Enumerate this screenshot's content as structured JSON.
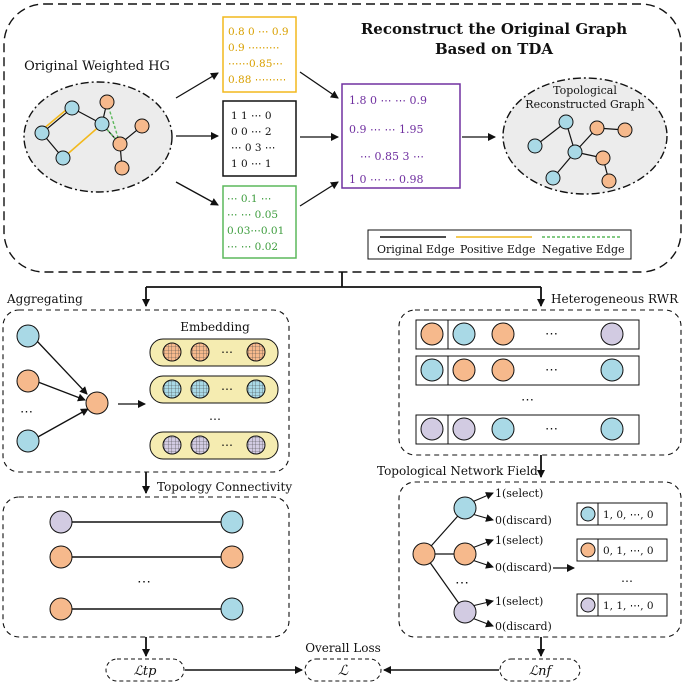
{
  "top": {
    "title_line1": "Reconstruct the Original Graph",
    "title_line2": "Based on TDA",
    "original_label": "Original Weighted HG",
    "recon_label_line1": "Topological",
    "recon_label_line2": "Reconstructed Graph"
  },
  "matrices": {
    "yellow": [
      "0.8 0 ⋯ 0.9",
      "0.9 ⋯⋯⋯",
      "⋯⋯0.85⋯",
      "0.88 ⋯⋯⋯"
    ],
    "black": [
      "1 1 ⋯ 0",
      "0 0 ⋯ 2",
      "⋯ 0 3 ⋯",
      "1 0 ⋯ 1"
    ],
    "green": [
      "⋯ 0.1 ⋯",
      "⋯ ⋯ 0.05",
      "0.03⋯0.01",
      "⋯ ⋯ 0.02"
    ],
    "purple": [
      "1.8 0 ⋯ ⋯ 0.9",
      "0.9 ⋯ ⋯ 1.95",
      "⋯ 0.85 3 ⋯",
      "1 0 ⋯ ⋯ 0.98"
    ]
  },
  "legend": {
    "original": "Original Edge",
    "positive": "Positive Edge",
    "negative": "Negative Edge"
  },
  "left": {
    "aggregating": "Aggregating",
    "embedding": "Embedding",
    "dots": "⋯",
    "topology": "Topology Connectivity"
  },
  "right": {
    "rwr": "Heterogeneous RWR",
    "field": "Topological Network Field",
    "select": "1(select)",
    "discard": "0(discard)",
    "dots": "⋯",
    "vectors": [
      "1, 0, ⋯, 0",
      "0, 1, ⋯, 0",
      "1, 1, ⋯, 0"
    ]
  },
  "loss": {
    "overall": "Overall Loss",
    "tp": "ℒtp",
    "total": "ℒ",
    "nf": "ℒnf"
  },
  "colors": {
    "blue_node": "#a9d9e6",
    "orange_node": "#f6b98c",
    "purple_node": "#d2cbe2",
    "yellow": "#f2b91d",
    "green": "#5cb85c",
    "purple": "#7030a0",
    "gray_bg": "#ececec",
    "pill": "#f5ecb1"
  }
}
